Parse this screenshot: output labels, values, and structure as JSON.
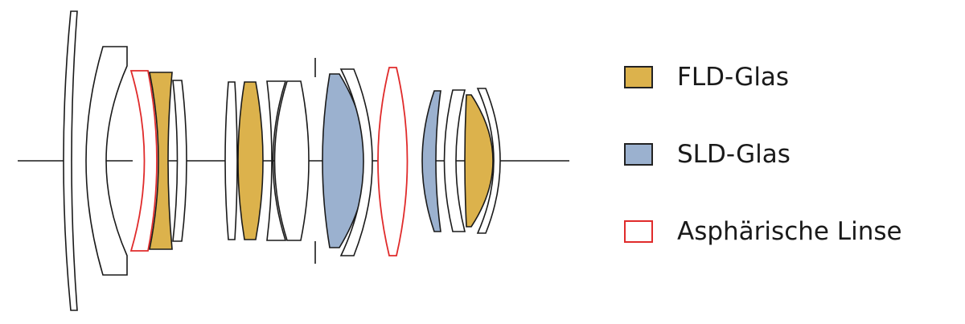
{
  "colors": {
    "fld": "#dcb24c",
    "sld": "#9bb1cf",
    "aspherical": "#e02b2b",
    "line": "#1a1a1a"
  },
  "legend": {
    "items": [
      {
        "key": "fld",
        "label": "FLD-Glas"
      },
      {
        "key": "sld",
        "label": "SLD-Glas"
      },
      {
        "key": "aspherical",
        "label": "Asphärische Linse"
      }
    ]
  }
}
